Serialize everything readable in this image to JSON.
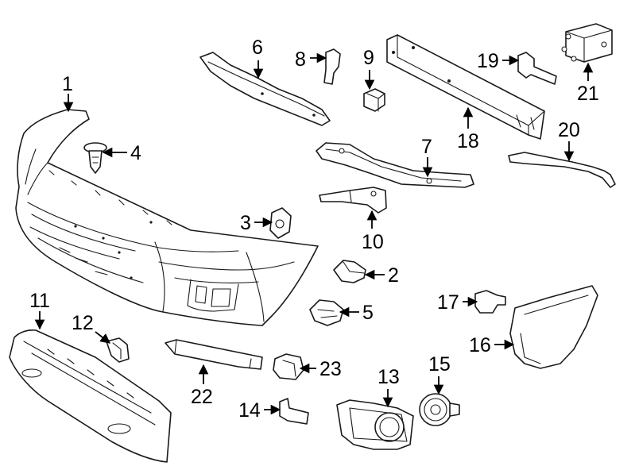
{
  "callouts": [
    {
      "id": "1",
      "text": "1"
    },
    {
      "id": "2",
      "text": "2"
    },
    {
      "id": "3",
      "text": "3"
    },
    {
      "id": "4",
      "text": "4"
    },
    {
      "id": "5",
      "text": "5"
    },
    {
      "id": "6",
      "text": "6"
    },
    {
      "id": "7",
      "text": "7"
    },
    {
      "id": "8",
      "text": "8"
    },
    {
      "id": "9",
      "text": "9"
    },
    {
      "id": "10",
      "text": "10"
    },
    {
      "id": "11",
      "text": "11"
    },
    {
      "id": "12",
      "text": "12"
    },
    {
      "id": "13",
      "text": "13"
    },
    {
      "id": "14",
      "text": "14"
    },
    {
      "id": "15",
      "text": "15"
    },
    {
      "id": "16",
      "text": "16"
    },
    {
      "id": "17",
      "text": "17"
    },
    {
      "id": "18",
      "text": "18"
    },
    {
      "id": "19",
      "text": "19"
    },
    {
      "id": "20",
      "text": "20"
    },
    {
      "id": "21",
      "text": "21"
    },
    {
      "id": "22",
      "text": "22"
    },
    {
      "id": "23",
      "text": "23"
    }
  ],
  "colors": {
    "line": "#1a1a1a",
    "background": "#ffffff"
  }
}
